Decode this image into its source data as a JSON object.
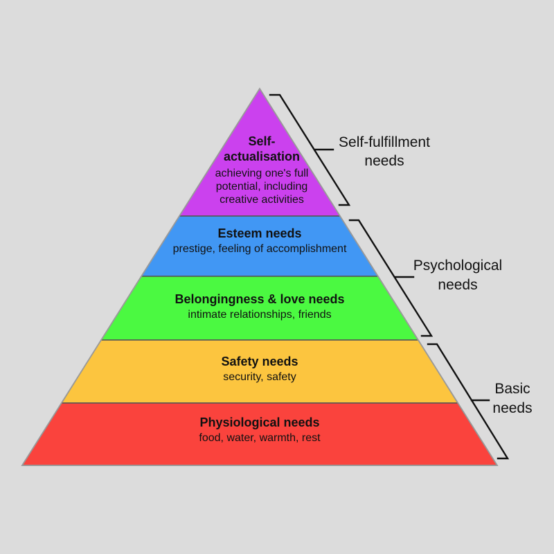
{
  "background_color": "#DCDCDC",
  "line_color": "#111111",
  "pyramid": {
    "levels": [
      {
        "id": "self-actualisation",
        "color": "#CB41EE",
        "title": "Self-actualisation",
        "description": "achieving one's full potential, including creative activities"
      },
      {
        "id": "esteem",
        "color": "#4197F4",
        "title": "Esteem needs",
        "description": "prestige, feeling of accomplishment"
      },
      {
        "id": "belongingness-love",
        "color": "#4BF941",
        "title": "Belongingness & love needs",
        "description": "intimate relationships, friends"
      },
      {
        "id": "safety",
        "color": "#FCC53F",
        "title": "Safety needs",
        "description": "security, safety"
      },
      {
        "id": "physiological",
        "color": "#FA433D",
        "title": "Physiological needs",
        "description": "food, water, warmth, rest"
      }
    ]
  },
  "groups": [
    {
      "id": "self-fulfillment",
      "label": "Self-fulfillment needs"
    },
    {
      "id": "psychological",
      "label": "Psychological needs"
    },
    {
      "id": "basic",
      "label": "Basic needs"
    }
  ]
}
